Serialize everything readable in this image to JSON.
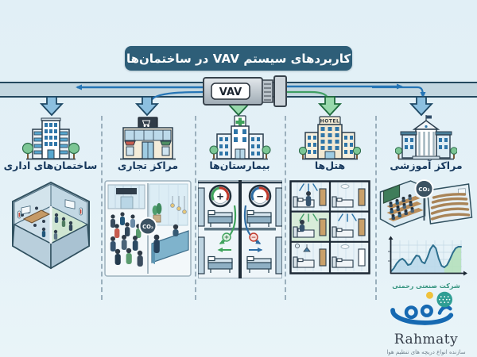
{
  "title": "کاربردهای سیستم VAV در ساختمان‌ها",
  "vav_unit": {
    "label": "VAV"
  },
  "columns": [
    {
      "id": "offices",
      "label": "ساختمان‌های اداری"
    },
    {
      "id": "commercial",
      "label": "مراکز تجاری",
      "badge": "CO₂"
    },
    {
      "id": "hospitals",
      "label": "بیمارستان‌ها",
      "gauge_positive": "+",
      "gauge_negative": "−"
    },
    {
      "id": "hotels",
      "label": "هتل‌ها",
      "sign": "HOTEL"
    },
    {
      "id": "education",
      "label": "مراکز آموزشی",
      "badge": "CO₂",
      "chart": {
        "type": "line",
        "description": "CO₂ level vs occupancy over time",
        "values": [
          2,
          6,
          12,
          16,
          18,
          15,
          10,
          11,
          17,
          22,
          21,
          14,
          12,
          20,
          30,
          35,
          31,
          18,
          9,
          7,
          10,
          17,
          25,
          31,
          33,
          33
        ],
        "green_start_index": 19
      }
    }
  ],
  "logo": {
    "company": "شرکت صنعتی رحمتی",
    "brand": "Rahmaty",
    "tagline": "سازنده انواع دریچه های تنظیم هوا"
  },
  "colors": {
    "banner": "#2e5e78",
    "flow_blue": "#2575b5",
    "flow_green": "#3f9e63",
    "arrow_blue_fill": "#8cc0e0",
    "arrow_green_fill": "#98d9ac",
    "co2_badge": "#3c5262",
    "label_text": "#16375c",
    "logo_blue": "#1669b2",
    "logo_teal": "#2f9e94",
    "logo_yellow": "#f0c23c"
  }
}
